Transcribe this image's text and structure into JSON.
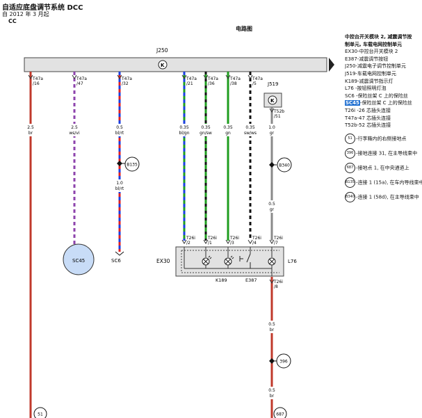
{
  "header": {
    "title": "自适应底盘调节系统 DCC",
    "date": "自 2012 年 3 月起",
    "model": "CC",
    "diagram_title": "电路图"
  },
  "units": {
    "j250": "J250",
    "j519": "J519",
    "ex30": "EX30",
    "k189": "K189",
    "e387": "E387",
    "l76": "L76"
  },
  "wires": [
    {
      "pin": "T47a",
      "num": "/16",
      "size": "2.5",
      "color": "br"
    },
    {
      "pin": "T47a",
      "num": "/47",
      "size": "2.5",
      "color": "ws/vi"
    },
    {
      "pin": "T47a",
      "num": "/32",
      "size": "0.5",
      "color": "bl/rt"
    },
    {
      "pin": "T47a",
      "num": "/21",
      "size": "0.35",
      "color": "bl/gn"
    },
    {
      "pin": "T47a",
      "num": "/36",
      "size": "0.35",
      "color": "gn/sw"
    },
    {
      "pin": "T47a",
      "num": "/38",
      "size": "0.35",
      "color": "gn"
    },
    {
      "pin": "T47a",
      "num": "/5",
      "size": "0.35",
      "color": "sw/ws"
    },
    {
      "pin": "T52b",
      "num": "/51",
      "size": "1.0",
      "color": "gr"
    }
  ],
  "lower_labels": {
    "sc6_size": "1.0",
    "sc6_color": "bl/rt",
    "gr_size": "0.5",
    "gr_color": "gr",
    "br1_size": "0.5",
    "br1_color": "br",
    "br2_size": "0.5",
    "br2_color": "br"
  },
  "connectors": {
    "c2": "T26i",
    "c2n": "/2",
    "c1": "T26i",
    "c1n": "/1",
    "c3": "T26i",
    "c3n": "/3",
    "c4": "T26i",
    "c4n": "/4",
    "c7": "T26i",
    "c7n": "/7",
    "c8": "T26i",
    "c8n": "/8"
  },
  "fuses": {
    "sc45": "SC45",
    "sc6": "SC6"
  },
  "refs": {
    "b135": "B135",
    "b340": "B340",
    "r396": "396",
    "r51": "51",
    "r687": "687"
  },
  "legend": {
    "heading1": "中控台开关模块 2, 减震调节按",
    "heading2": "制单元, 车载电网控制单元",
    "items": [
      "EX30-中控台开关模块 2",
      "E387-减震调节按钮",
      "J250-减震电子调节控制单元",
      "J519-车载电网控制单元",
      "K189-减震调节指示灯",
      "L76 -按钮照明灯泡",
      "SC6 -保险丝架 C 上的保险丝"
    ],
    "sc45_code": "SC45",
    "sc45_text": "-保险丝架 C 上的保险丝",
    "items2": [
      "T26i -26 芯插头连接",
      "T47a-47 芯插头连接",
      "T52b-52 芯插头连接"
    ],
    "refs": [
      {
        "code": "51",
        "text": "-行李箱内的右侧接地点"
      },
      {
        "code": "396",
        "text": "-接地连接 31, 在主导线束中"
      },
      {
        "code": "687",
        "text": "-接地点 1, 在中央通道上"
      },
      {
        "code": "B135",
        "text": "-连接 1 (15a), 在车内导线束中"
      },
      {
        "code": "B340",
        "text": "-连接 1 (58d), 在主导线束中"
      }
    ]
  },
  "colors": {
    "brown": "#c0392b",
    "violet": "#8e44ad",
    "blue": "#1a3fe0",
    "red": "#e02020",
    "green": "#1f9d1f",
    "grey": "#8a8a8a",
    "fuse_fill": "#c8dcf7",
    "unit_fill": "#e2e2e2"
  }
}
